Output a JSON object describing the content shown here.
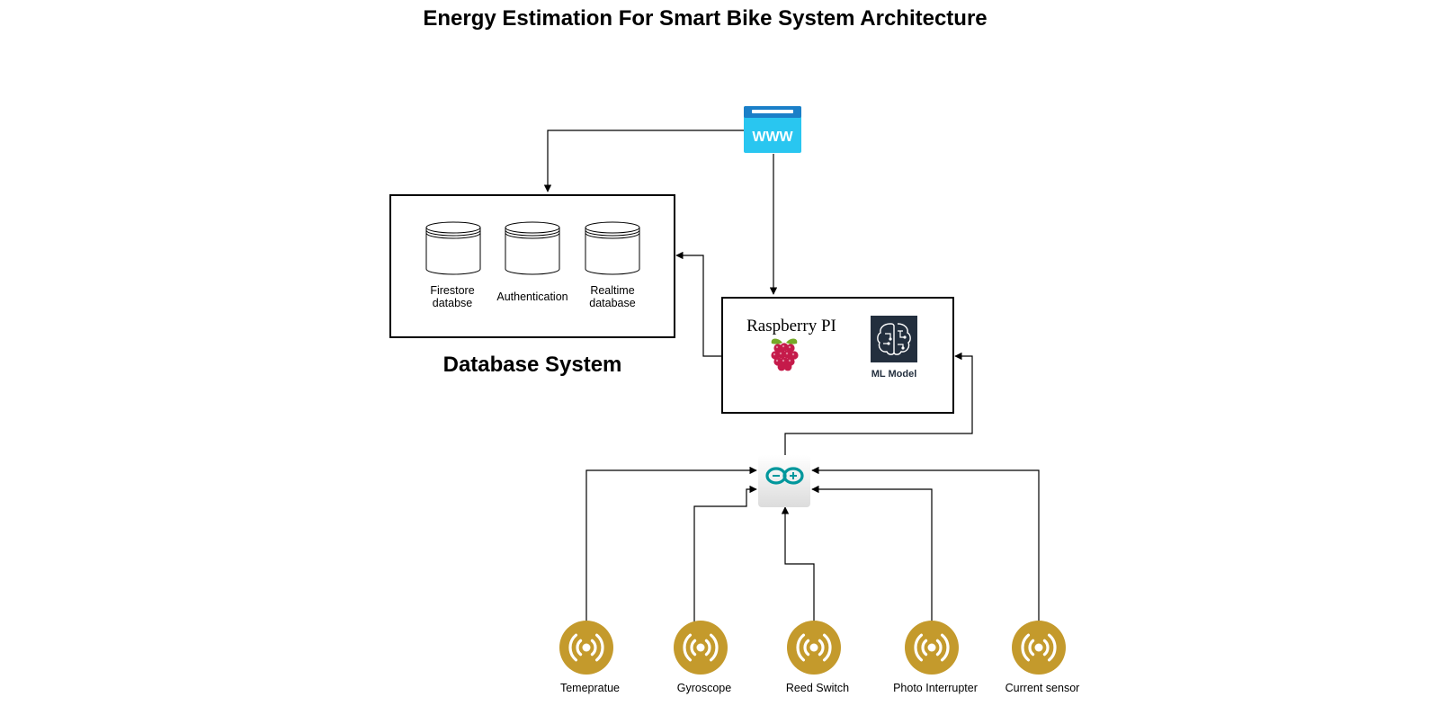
{
  "title": "Energy Estimation For Smart Bike System Architecture",
  "web": {
    "icon": "www-browser-icon",
    "text": "WWW",
    "colors": {
      "bar": "#1a7fc8",
      "body": "#29c6f0"
    }
  },
  "database_system": {
    "label": "Database System",
    "items": [
      {
        "icon": "database-icon",
        "label_lines": [
          "Firestore",
          "databse"
        ]
      },
      {
        "icon": "database-icon",
        "label_lines": [
          "Authentication"
        ]
      },
      {
        "icon": "database-icon",
        "label_lines": [
          "Realtime",
          "database"
        ]
      }
    ]
  },
  "raspberry": {
    "label": "Raspberry PI",
    "icon": "raspberry-pi-icon",
    "ml_model": {
      "icon": "ml-brain-icon",
      "label": "ML Model",
      "color": "#232f3e"
    }
  },
  "arduino": {
    "icon": "arduino-icon",
    "color": "#00979c"
  },
  "sensors": [
    {
      "icon": "sensor-icon",
      "label": "Temepratue"
    },
    {
      "icon": "sensor-icon",
      "label": "Gyroscope"
    },
    {
      "icon": "sensor-icon",
      "label": "Reed Switch"
    },
    {
      "icon": "sensor-icon",
      "label": "Photo Interrupter"
    },
    {
      "icon": "sensor-icon",
      "label": "Current sensor"
    }
  ],
  "colors": {
    "sensor": "#c49a2c",
    "line": "#000000"
  }
}
